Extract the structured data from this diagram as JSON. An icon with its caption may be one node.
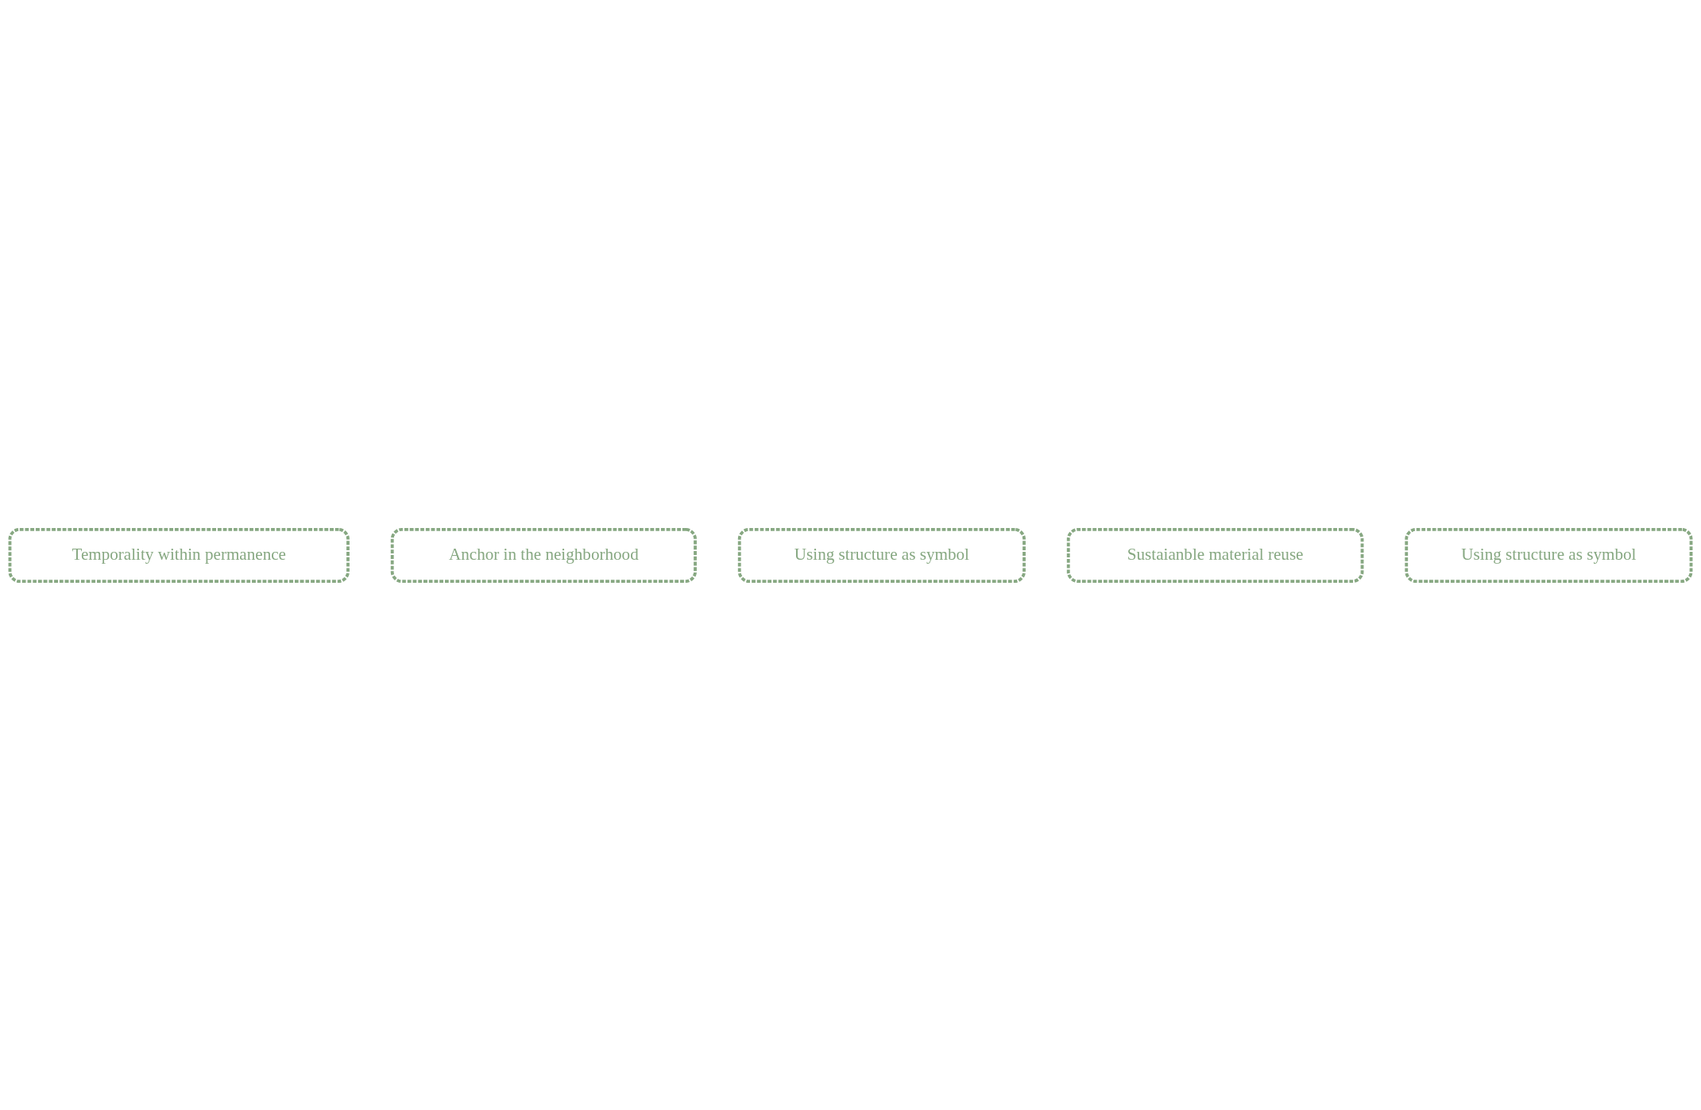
{
  "diagram": {
    "nodes": [
      {
        "text": [
          "Temporality within permanence"
        ]
      },
      {
        "text": [
          "Anchor in the neighborhood"
        ]
      },
      {
        "text": [
          "Using structure as symbol"
        ]
      },
      {
        "text": [
          "Sustaianble material reuse"
        ]
      },
      {
        "text": [
          "Using structure as symbol"
        ]
      }
    ]
  }
}
